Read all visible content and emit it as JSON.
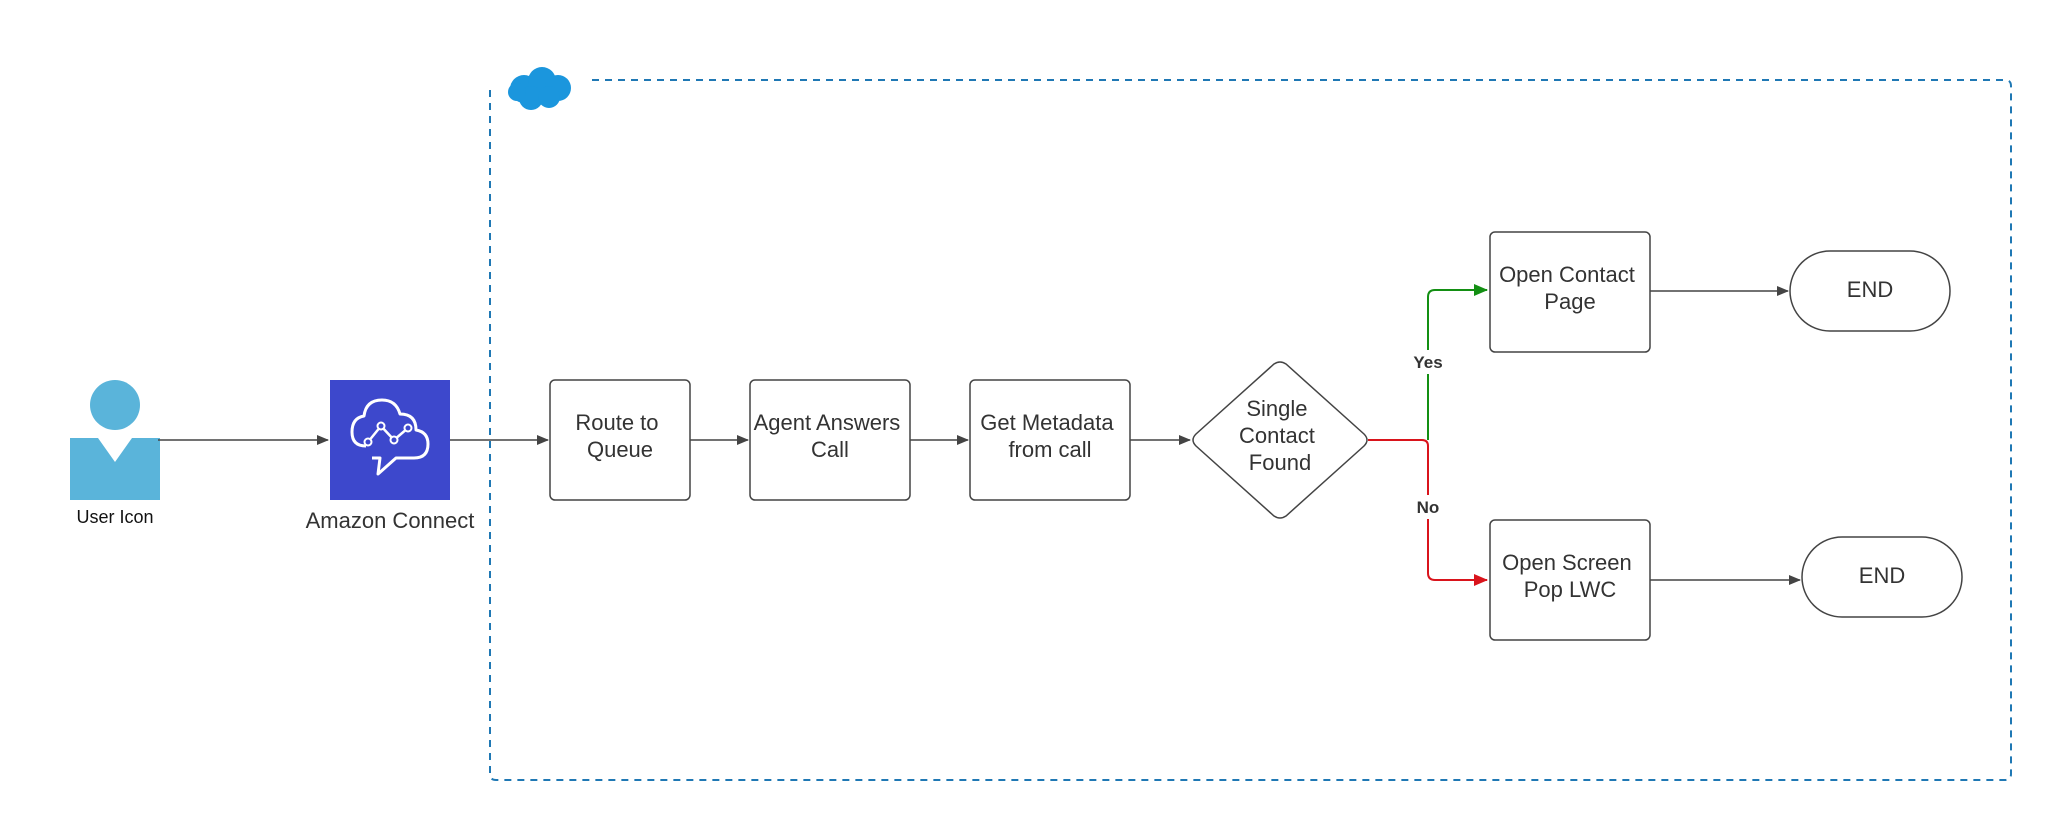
{
  "colors": {
    "boundary": "#1f78b4",
    "salesforce_cloud": "#1b96dd",
    "user_icon": "#5ab4da",
    "amazon_connect_bg": "#3d48cc",
    "node_stroke": "#444444",
    "edge": "#444444",
    "yes_edge": "#138f13",
    "no_edge": "#d9141c"
  },
  "icons": {
    "user": "user-icon",
    "amazon_connect": "amazon-connect-icon",
    "salesforce": "salesforce-cloud-icon"
  },
  "actors": {
    "user_label": "User Icon",
    "amazon_connect_label": "Amazon Connect"
  },
  "nodes": {
    "route_to_queue": [
      "Route to",
      "Queue"
    ],
    "agent_answers_call": [
      "Agent Answers",
      "Call"
    ],
    "get_metadata": [
      "Get Metadata",
      "from call"
    ],
    "single_contact_found": [
      "Single",
      "Contact",
      "Found"
    ],
    "open_contact_page": [
      "Open Contact",
      "Page"
    ],
    "open_screen_pop": [
      "Open Screen",
      "Pop LWC"
    ],
    "end_top": "END",
    "end_bottom": "END"
  },
  "edge_labels": {
    "yes": "Yes",
    "no": "No"
  }
}
